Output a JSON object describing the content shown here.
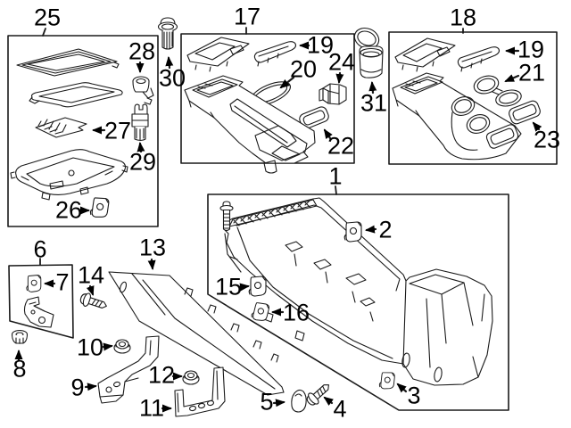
{
  "figure": {
    "background": "#ffffff",
    "line_color": "#1a1a1a",
    "label_color": "#000000"
  },
  "callouts": {
    "1": "1",
    "2": "2",
    "3": "3",
    "4": "4",
    "5": "5",
    "6": "6",
    "7": "7",
    "8": "8",
    "9": "9",
    "10": "10",
    "11": "11",
    "12": "12",
    "13": "13",
    "14": "14",
    "15": "15",
    "16": "16",
    "17": "17",
    "18": "18",
    "19a": "19",
    "19b": "19",
    "20": "20",
    "21": "21",
    "22": "22",
    "23": "23",
    "24": "24",
    "25": "25",
    "26": "26",
    "27": "27",
    "28": "28",
    "29": "29",
    "30": "30",
    "31": "31"
  }
}
